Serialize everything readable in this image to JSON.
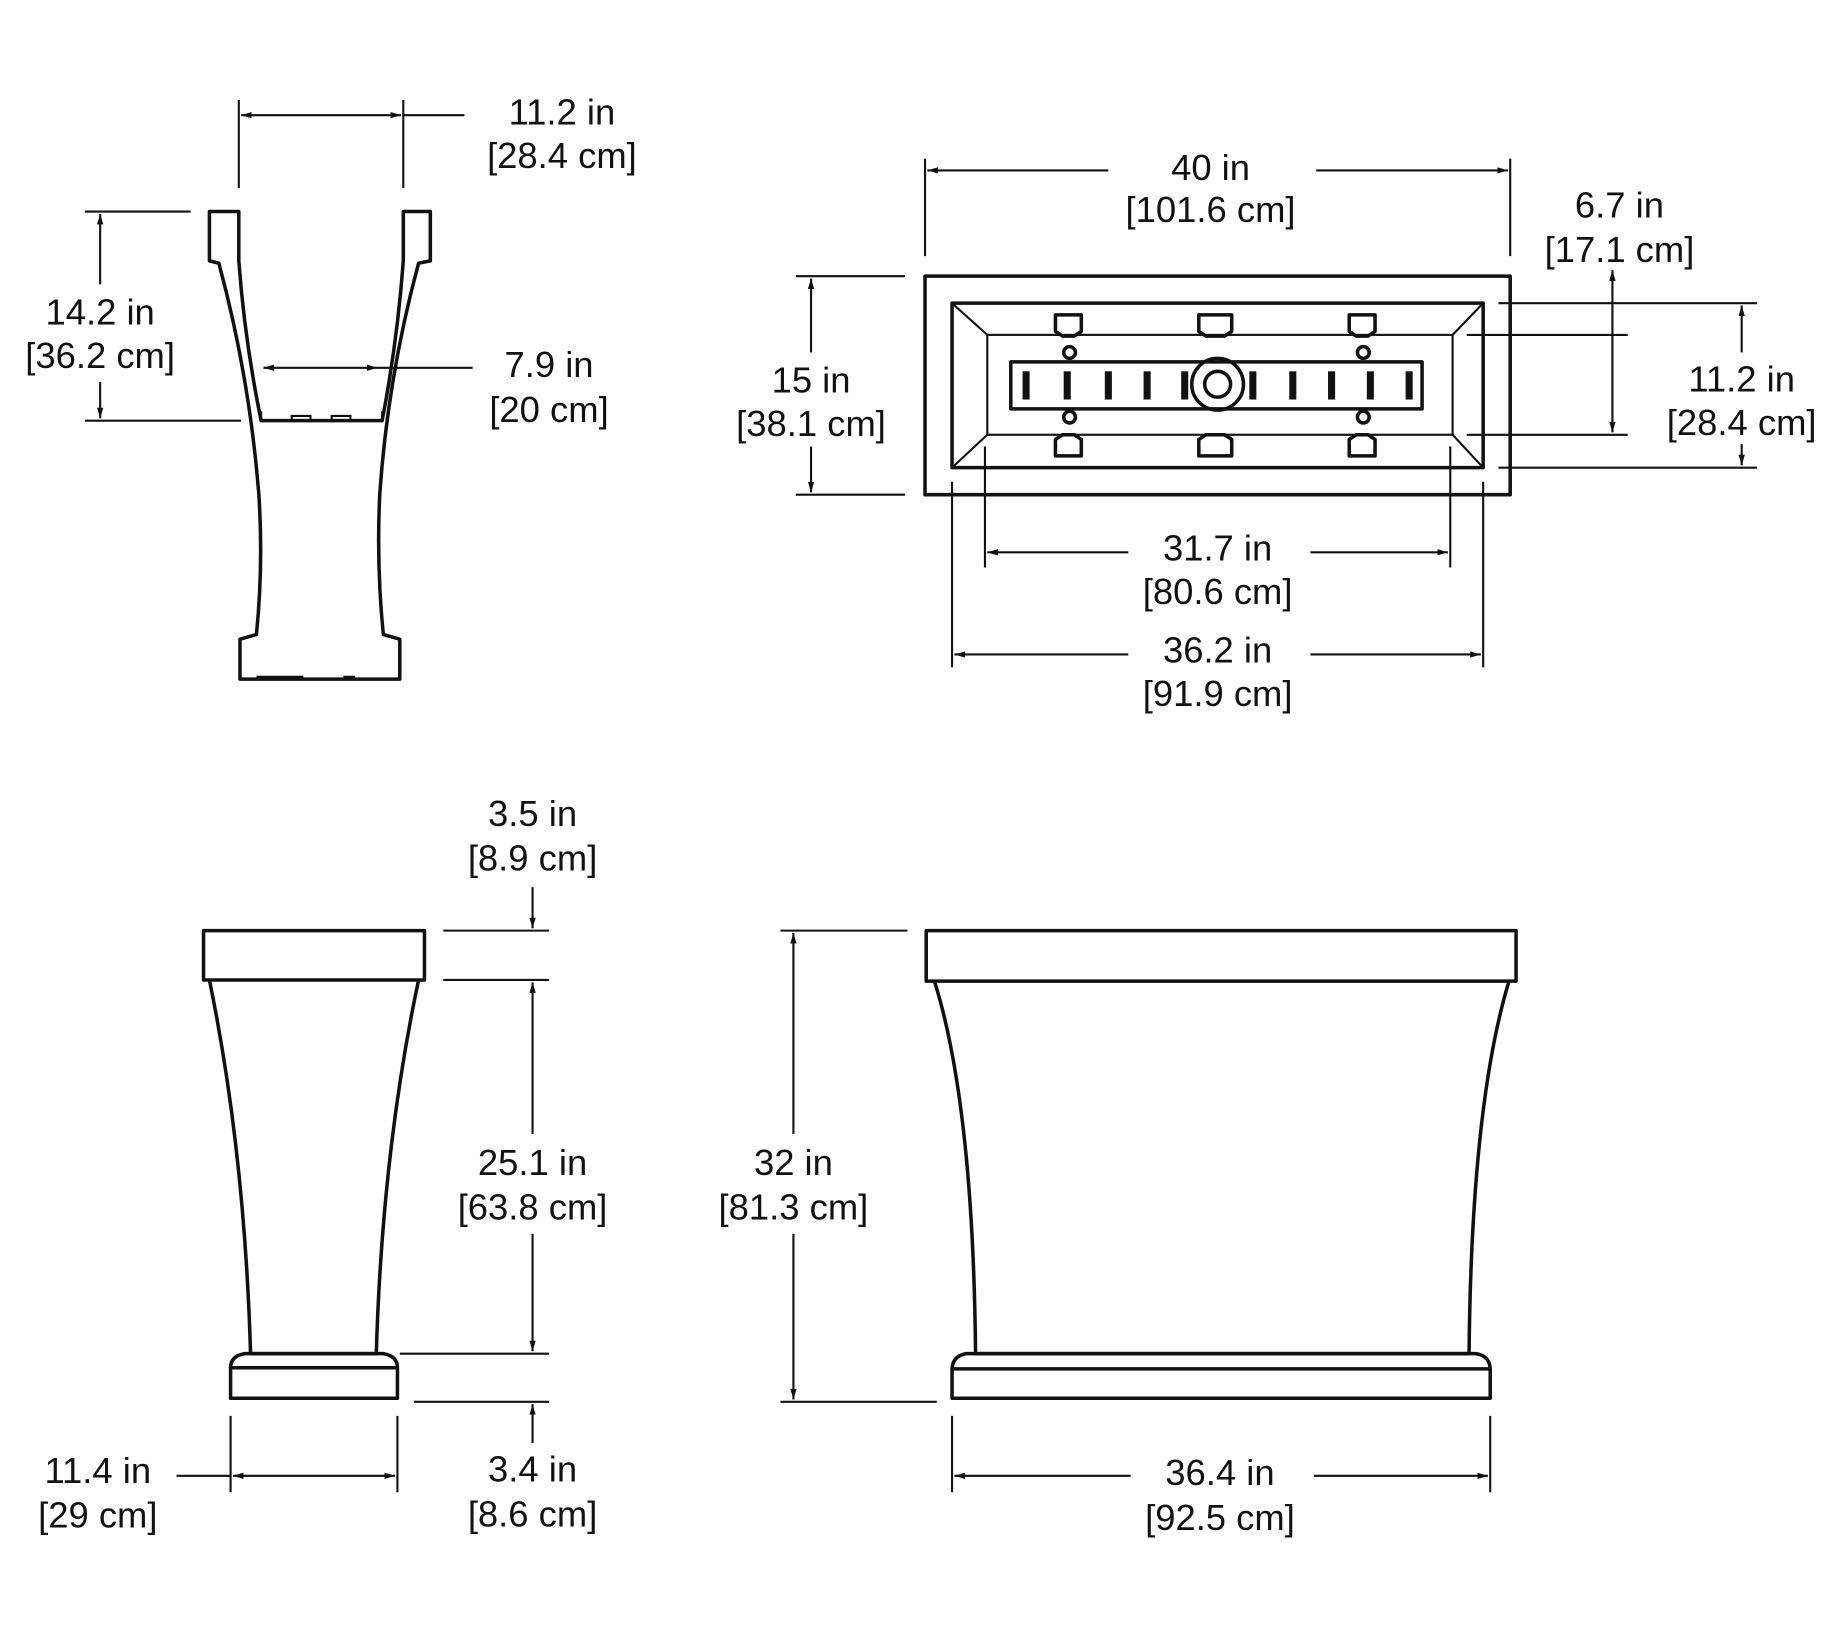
{
  "dimensions": {
    "side_section_top_width": {
      "in": "11.2 in",
      "cm": "[28.4 cm]"
    },
    "side_section_depth": {
      "in": "14.2 in",
      "cm": "[36.2 cm]"
    },
    "side_section_inner_bottom": {
      "in": "7.9 in",
      "cm": "[20 cm]"
    },
    "top_overall_length": {
      "in": "40 in",
      "cm": "[101.6 cm]"
    },
    "top_rim_inset": {
      "in": "6.7 in",
      "cm": "[17.1 cm]"
    },
    "top_overall_width": {
      "in": "15 in",
      "cm": "[38.1 cm]"
    },
    "top_inner_width": {
      "in": "11.2 in",
      "cm": "[28.4 cm]"
    },
    "top_floor_length": {
      "in": "31.7 in",
      "cm": "[80.6 cm]"
    },
    "top_inner_length": {
      "in": "36.2 in",
      "cm": "[91.9 cm]"
    },
    "end_rim_height": {
      "in": "3.5 in",
      "cm": "[8.9 cm]"
    },
    "end_body_height": {
      "in": "25.1 in",
      "cm": "[63.8 cm]"
    },
    "end_base_width": {
      "in": "11.4 in",
      "cm": "[29 cm]"
    },
    "end_base_height": {
      "in": "3.4 in",
      "cm": "[8.6 cm]"
    },
    "front_overall_height": {
      "in": "32 in",
      "cm": "[81.3 cm]"
    },
    "front_base_length": {
      "in": "36.4 in",
      "cm": "[92.5 cm]"
    }
  }
}
